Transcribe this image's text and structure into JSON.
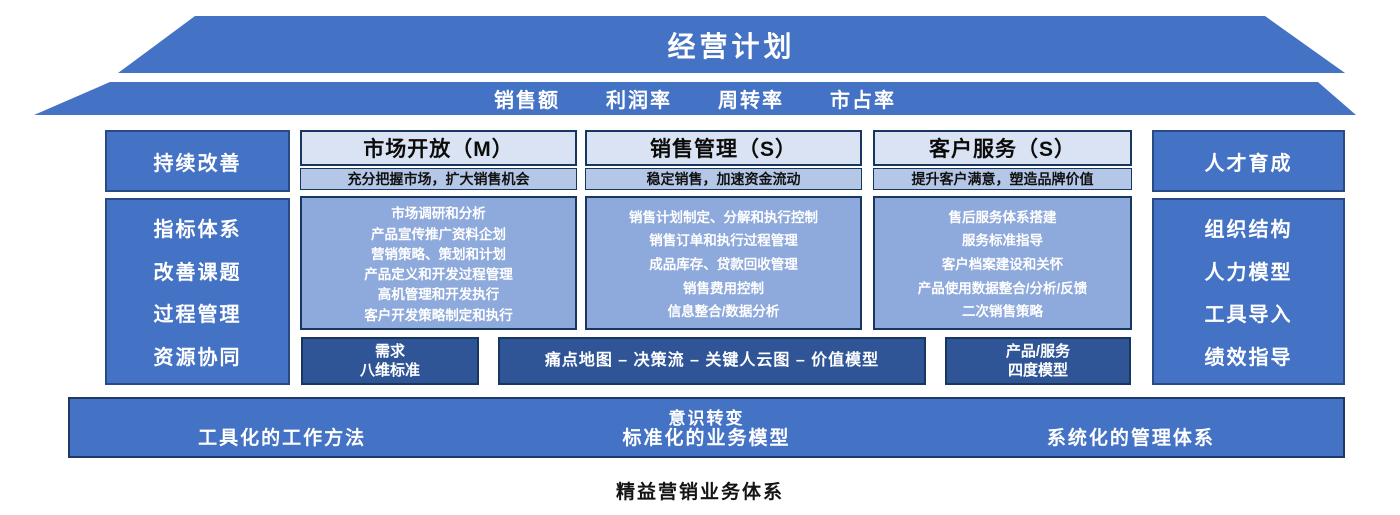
{
  "palette": {
    "main_blue": "#4472c4",
    "body_blue": "#8ea9db",
    "title_bg": "#dae3f3",
    "subtitle_bg": "#b4c7e7",
    "dark_blue": "#2f5597",
    "border_navy": "#17375e"
  },
  "roof": {
    "title": "经营计划",
    "metrics": [
      "销售额",
      "利润率",
      "周转率",
      "市占率"
    ]
  },
  "left_sidebar": {
    "top": "持续改善",
    "items": [
      "指标体系",
      "改善课题",
      "过程管理",
      "资源协同"
    ]
  },
  "right_sidebar": {
    "top": "人才育成",
    "items": [
      "组织结构",
      "人力模型",
      "工具导入",
      "绩效指导"
    ]
  },
  "columns": [
    {
      "title": "市场开放（M）",
      "subtitle": "充分把握市场，扩大销售机会",
      "items": [
        "市场调研和分析",
        "产品宣传推广资料企划",
        "营销策略、策划和计划",
        "产品定义和开发过程管理",
        "高机管理和开发执行",
        "客户开发策略制定和执行"
      ]
    },
    {
      "title": "销售管理（S）",
      "subtitle": "稳定销售，加速资金流动",
      "items": [
        "销售计划制定、分解和执行控制",
        "销售订单和执行过程管理",
        "成品库存、贷款回收管理",
        "销售费用控制",
        "信息整合/数据分析"
      ]
    },
    {
      "title": "客户服务（S）",
      "subtitle": "提升客户满意，塑造品牌价值",
      "items": [
        "售后服务体系搭建",
        "服务标准指导",
        "客户档案建设和关怀",
        "产品使用数据整合/分析/反馈",
        "二次销售策略"
      ]
    }
  ],
  "tools_row": {
    "need_line1": "需求",
    "need_line2": "八维标准",
    "strip": "痛点地图 – 决策流 – 关键人云图 – 价值模型",
    "four_line1": "产品/服务",
    "four_line2": "四度模型"
  },
  "foundation": {
    "title": "意识转变",
    "items": [
      "工具化的工作方法",
      "标准化的业务模型",
      "系统化的管理体系"
    ]
  },
  "caption": "精益营销业务体系"
}
